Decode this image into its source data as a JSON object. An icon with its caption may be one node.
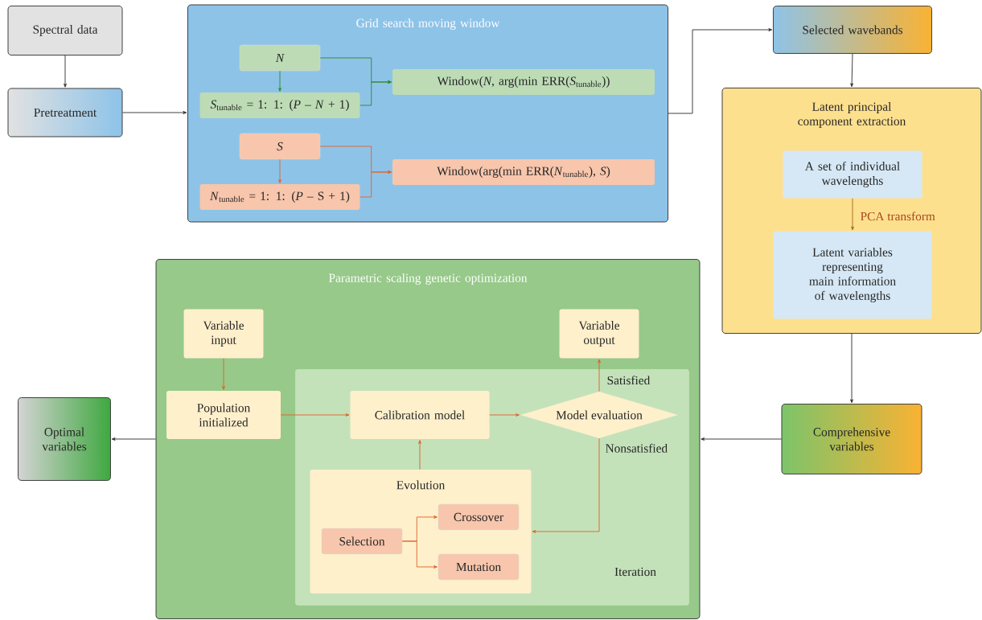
{
  "diagram": {
    "nodes": [
      {
        "text": [
          "Spectral data"
        ]
      },
      {
        "text": [
          "Pretreatment"
        ]
      },
      {
        "text": [
          "Grid search moving window"
        ]
      },
      {
        "text": [
          "N"
        ],
        "in": 2
      },
      {
        "text": [
          "*S*$_{tunable}$ = 1: 1: (*P* – *N* + 1)"
        ],
        "in": 2
      },
      {
        "text": [
          "Window(*N*, arg(min ERR(*S*$_{tunable}$))"
        ],
        "in": 2
      },
      {
        "text": [
          "S"
        ],
        "in": 2
      },
      {
        "text": [
          "*N*$_{tunable}$ = 1: 1: (*P* – S + 1)"
        ],
        "in": 2
      },
      {
        "text": [
          "Window(arg(min ERR(*N*$_{tunable}$), *S*)"
        ],
        "in": 2
      },
      {
        "text": [
          "Selected wavebands"
        ]
      },
      {
        "text": [
          "Latent principal component extraction"
        ]
      },
      {
        "text": [
          "A set of individual wavelengths"
        ],
        "in": 10
      },
      {
        "text": [
          "Latent variables representing main information of wavelengths"
        ],
        "in": 10
      },
      {
        "text": [
          "Parametric scaling genetic optimization"
        ]
      },
      {
        "text": [
          "Variable input"
        ],
        "in": 13
      },
      {
        "text": [
          "Population initialized"
        ],
        "in": 13
      },
      {
        "text": [
          "Iteration"
        ],
        "in": 13
      },
      {
        "text": [
          "Variable output"
        ],
        "in": 13
      },
      {
        "text": [
          "Calibration model"
        ],
        "in": 16
      },
      {
        "text": [
          "Model evaluation"
        ],
        "in": 16
      },
      {
        "text": [
          "Evolution"
        ],
        "in": 16
      },
      {
        "text": [
          "Selection"
        ],
        "in": 20
      },
      {
        "text": [
          "Crossover"
        ],
        "in": 20
      },
      {
        "text": [
          "Mutation"
        ],
        "in": 20
      },
      {
        "text": [
          "Optimal variables"
        ]
      },
      {
        "text": [
          "Comprehensive variables"
        ]
      }
    ],
    "edges": [
      {
        "from": 0,
        "to": 1,
        "arrow": "to",
        "color": "#333333"
      },
      {
        "from": 1,
        "to": 2,
        "arrow": "to",
        "color": "#333333"
      },
      {
        "from": 3,
        "to": 4,
        "arrow": "to",
        "color": "#2e8b2e"
      },
      {
        "from": 3,
        "to": 5,
        "arrow": "to",
        "color": "#2e8b2e"
      },
      {
        "from": 4,
        "to": 5,
        "arrow": "to",
        "color": "#2e8b2e"
      },
      {
        "from": 6,
        "to": 7,
        "arrow": "to",
        "color": "#e0642a"
      },
      {
        "from": 6,
        "to": 8,
        "arrow": "to",
        "color": "#e0642a"
      },
      {
        "from": 7,
        "to": 8,
        "arrow": "to",
        "color": "#e0642a"
      },
      {
        "from": 2,
        "to": 9,
        "arrow": "to",
        "color": "#333333"
      },
      {
        "from": 9,
        "to": 10,
        "arrow": "to",
        "color": "#333333"
      },
      {
        "from": 11,
        "to": 12,
        "arrow": "to",
        "label": "PCA transform",
        "color": "#a0701e"
      },
      {
        "from": 10,
        "to": 25,
        "arrow": "to",
        "color": "#333333"
      },
      {
        "from": 25,
        "to": 13,
        "arrow": "to",
        "color": "#333333"
      },
      {
        "from": 13,
        "to": 24,
        "arrow": "to",
        "color": "#333333"
      },
      {
        "from": 14,
        "to": 15,
        "arrow": "to",
        "color": "#e0642a"
      },
      {
        "from": 15,
        "to": 18,
        "arrow": "to",
        "color": "#e0642a"
      },
      {
        "from": 18,
        "to": 19,
        "arrow": "to",
        "color": "#e0642a"
      },
      {
        "from": 19,
        "to": 17,
        "arrow": "to",
        "label": "Satisfied",
        "color": "#e0642a"
      },
      {
        "from": 19,
        "to": 20,
        "arrow": "to",
        "label": "Nonsatisfied",
        "color": "#e0642a"
      },
      {
        "from": 20,
        "to": 18,
        "arrow": "to",
        "color": "#e0642a"
      },
      {
        "from": 21,
        "to": 22,
        "arrow": "to",
        "color": "#e0642a"
      },
      {
        "from": 21,
        "to": 23,
        "arrow": "to",
        "color": "#e0642a"
      }
    ]
  }
}
